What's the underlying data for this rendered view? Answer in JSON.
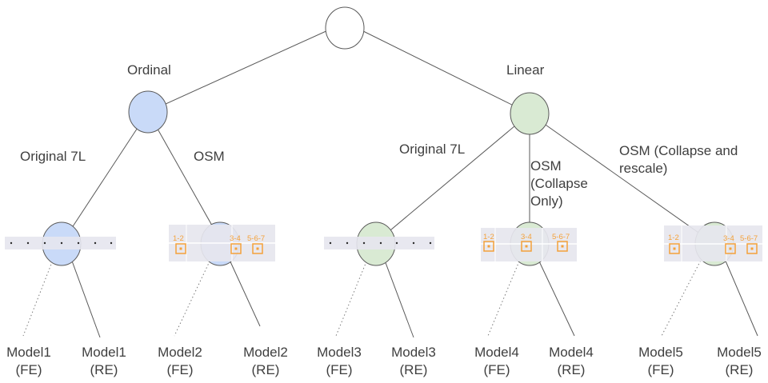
{
  "tree": {
    "root": {
      "name": "root-node"
    },
    "branches": [
      {
        "label": "Ordinal",
        "color": "#c9daf8",
        "children": [
          {
            "edge_label": "Original 7L",
            "strip": "dots",
            "models": [
              "Model1\n(FE)",
              "Model1\n(RE)"
            ]
          },
          {
            "edge_label": "OSM",
            "strip": "categories",
            "categories": [
              "1-2",
              "3-4",
              "5-6-7"
            ],
            "models": [
              "Model2\n(FE)",
              "Model2\n(RE)"
            ]
          }
        ]
      },
      {
        "label": "Linear",
        "color": "#d9ead3",
        "children": [
          {
            "edge_label": "Original 7L",
            "strip": "dots",
            "models": [
              "Model3\n(FE)",
              "Model3\n(RE)"
            ]
          },
          {
            "edge_label": "OSM\n(Collapse\nOnly)",
            "strip": "categories",
            "categories": [
              "1-2",
              "3-4",
              "5-6-7"
            ],
            "models": [
              "Model4\n(FE)",
              "Model4\n(RE)"
            ]
          },
          {
            "edge_label": "OSM (Collapse and\nrescale)",
            "strip": "categories",
            "categories": [
              "1-2",
              "3-4",
              "5-6-7"
            ],
            "models": [
              "Model5\n(FE)",
              "Model5\n(RE)"
            ]
          }
        ]
      }
    ]
  },
  "leaf_labels": {
    "m1fe": [
      "Model1",
      "(FE)"
    ],
    "m1re": [
      "Model1",
      "(RE)"
    ],
    "m2fe": [
      "Model2",
      "(FE)"
    ],
    "m2re": [
      "Model2",
      "(RE)"
    ],
    "m3fe": [
      "Model3",
      "(FE)"
    ],
    "m3re": [
      "Model3",
      "(RE)"
    ],
    "m4fe": [
      "Model4",
      "(FE)"
    ],
    "m4re": [
      "Model4",
      "(RE)"
    ],
    "m5fe": [
      "Model5",
      "(FE)"
    ],
    "m5re": [
      "Model5",
      "(RE)"
    ]
  },
  "branch_labels": {
    "ordinal": "Ordinal",
    "linear": "Linear",
    "ord_orig": "Original 7L",
    "ord_osm": "OSM",
    "lin_orig": "Original 7L",
    "lin_osm_collapse": "OSM\n(Collapse\nOnly)",
    "lin_osm_rescale": "OSM (Collapse and\nrescale)"
  },
  "category_labels": {
    "c12": "1-2",
    "c34": "3-4",
    "c567": "5-6-7"
  },
  "colors": {
    "ordinal_fill": "#c9daf8",
    "linear_fill": "#d9ead3",
    "strip_fill": "#e6e6ee",
    "marker": "#f4a13a",
    "edge": "#595959"
  }
}
